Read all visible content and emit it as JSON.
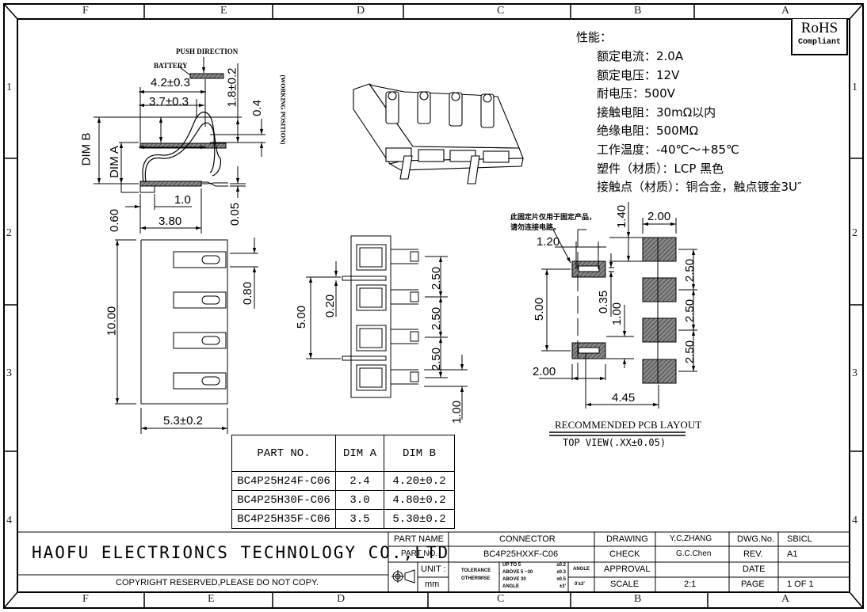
{
  "drawing": {
    "column_labels": [
      "F",
      "E",
      "D",
      "C",
      "B",
      "A"
    ],
    "row_labels": [
      "1",
      "2",
      "3",
      "4"
    ],
    "rohs": {
      "title": "RoHS",
      "subtitle": "Compliant"
    },
    "specs": {
      "heading": "性能：",
      "items": [
        "额定电流：2.0A",
        "额定电压：12V",
        "耐电压：500V",
        "接触电阻：30mΩ以内",
        "绝缘电阻：500MΩ",
        "工作温度：-40℃～+85℃",
        "塑件（材质）：LCP 黑色",
        "接触点（材质）：铜合金，触点镀金3U″"
      ]
    },
    "side_view": {
      "push_direction": "PUSH DIRECTION",
      "battery": "BATTERY",
      "working_position": "(WORKING POSITION)",
      "dims": {
        "d42": "4.2±0.3",
        "d37": "3.7±0.3",
        "d18": "1.8±0.2",
        "d04": "0.4",
        "dimB": "DIM B",
        "dimA": "DIM A",
        "d10": "1.0",
        "d060": "0.60",
        "d380": "3.80",
        "d005": "0.05"
      }
    },
    "top_view": {
      "dims": {
        "d1000": "10.00",
        "d080": "0.80",
        "d53": "5.3±0.2"
      }
    },
    "bottom_view": {
      "dims": {
        "d500": "5.00",
        "d020": "0.20",
        "p1": "2.50",
        "p2": "2.50",
        "p3": "2.50",
        "d100": "1.00"
      }
    },
    "pcb_layout": {
      "note_line1": "此固定片仅用于固定产品，",
      "note_line2": "请勿连接电路。",
      "dims": {
        "d120": "1.20",
        "d140": "1.40",
        "d200top": "2.00",
        "d500": "5.00",
        "d035": "0.35",
        "d100": "1.00",
        "d200": "2.00",
        "d445": "4.45",
        "p1": "2.50",
        "p2": "2.50",
        "p3": "2.50"
      },
      "title": "RECOMMENDED PCB LAYOUT",
      "subtitle": "TOP VIEW(.XX±0.05)"
    },
    "parts_table": {
      "headers": [
        "PART NO.",
        "DIM A",
        "DIM B"
      ],
      "rows": [
        [
          "BC4P25H24F-C06",
          "2.4",
          "4.20±0.2"
        ],
        [
          "BC4P25H30F-C06",
          "3.0",
          "4.80±0.2"
        ],
        [
          "BC4P25H35F-C06",
          "3.5",
          "5.30±0.2"
        ]
      ]
    },
    "title_block": {
      "company": "HAOFU ELECTRIONCS TECHNOLOGY CO.,LTD",
      "copyright": "COPYRIGHT RESERVED,PLEASE DO NOT COPY.",
      "part_name_label": "PART NAME",
      "part_name": "CONNECTOR",
      "part_no_label": "PART NO.",
      "part_no": "BC4P25HXXF-C06",
      "unit_label": "UNIT :",
      "unit": "mm",
      "tolerance_label1": "TOLERANCE",
      "tolerance_label2": "OTHERWISE",
      "tol_rows": [
        [
          "UP TO 5",
          "±0.2"
        ],
        [
          "ABOVE 5 ~30",
          "±0.3"
        ],
        [
          "ABOVE 30",
          "±0.5"
        ],
        [
          "ANGLE",
          "±3'"
        ]
      ],
      "angle_label": "ANGLE",
      "angle_value": "0'±3'",
      "drawing_label": "DRAWING",
      "drawing_by": "Y,C,ZHANG",
      "check_label": "CHECK",
      "check_by": "G.C.Chen",
      "approval_label": "APPROVAL",
      "approval_by": "",
      "scale_label": "SCALE",
      "scale": "2:1",
      "dwg_no_label": "DWG.No.",
      "dwg_no": "SBICL",
      "rev_label": "REV.",
      "rev": "A1",
      "date_label": "DATE",
      "date": "",
      "page_label": "PAGE",
      "page": "1 OF 1"
    }
  }
}
